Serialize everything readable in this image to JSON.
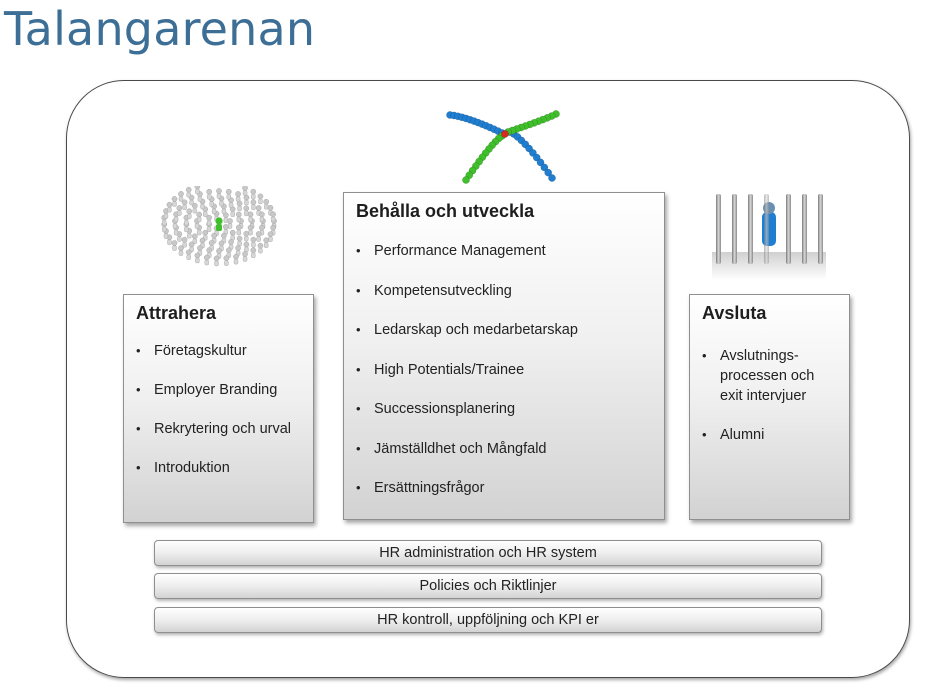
{
  "title": "Talangarenan",
  "boxes": {
    "attrahera": {
      "heading": "Attrahera",
      "items": [
        "Företagskultur",
        "Employer  Branding",
        "Rekrytering  och urval",
        "Introduktion"
      ]
    },
    "behalla": {
      "heading": "Behålla och utveckla",
      "items": [
        "Performance  Management",
        "Kompetensutveckling",
        "Ledarskap  och medarbetarskap",
        "High Potentials/Trainee",
        "Successionsplanering",
        "Jämställdhet  och Mångfald",
        "Ersättningsfrågor"
      ]
    },
    "avsluta": {
      "heading": "Avsluta",
      "items": [
        "Avslutnings- processen och exit intervjuer",
        "Alumni"
      ]
    }
  },
  "bars": [
    "HR administration  och  HR system",
    "Policies och Riktlinjer",
    "HR kontroll,  uppföljning  och  KPI er"
  ],
  "colors": {
    "title": "#3d6f96",
    "figure_silver": "#c8c8c8",
    "figure_green": "#3fbf2a",
    "figure_blue": "#1f7ed0",
    "figure_red": "#d42a20"
  },
  "icons": [
    "crowd-figures-icon",
    "crossing-chains-icon",
    "bars-figure-icon"
  ]
}
